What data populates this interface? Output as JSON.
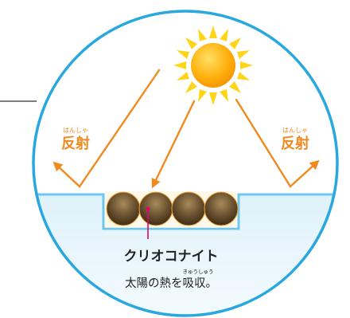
{
  "labels": {
    "reflect_left": {
      "ruby": "はんしゃ",
      "text": "反射"
    },
    "reflect_right": {
      "ruby": "はんしゃ",
      "text": "反射"
    },
    "material_name": "クリオコナイト",
    "caption_prefix": "太陽の熱を",
    "caption_ruby": "きゅうしゅう",
    "caption_ruby_word": "吸収",
    "caption_suffix": "。"
  },
  "colors": {
    "circle_outline": "#29a8e0",
    "sky": "#ffffff",
    "ice": "#e6f4fb",
    "ice_edge": "#6ec8ee",
    "ray": "#f08a1f",
    "reflect_text": "#f08a1f",
    "sun_core": "#ffb20f",
    "sun_rays": "#ffd51a",
    "pebble": "#5a4326",
    "pebble_hilite": "#a88a5a",
    "pointer": "#e4006f",
    "text": "#222222"
  },
  "icons": {
    "sun": "sun-icon",
    "pebble": "cryoconite-granule-icon"
  }
}
